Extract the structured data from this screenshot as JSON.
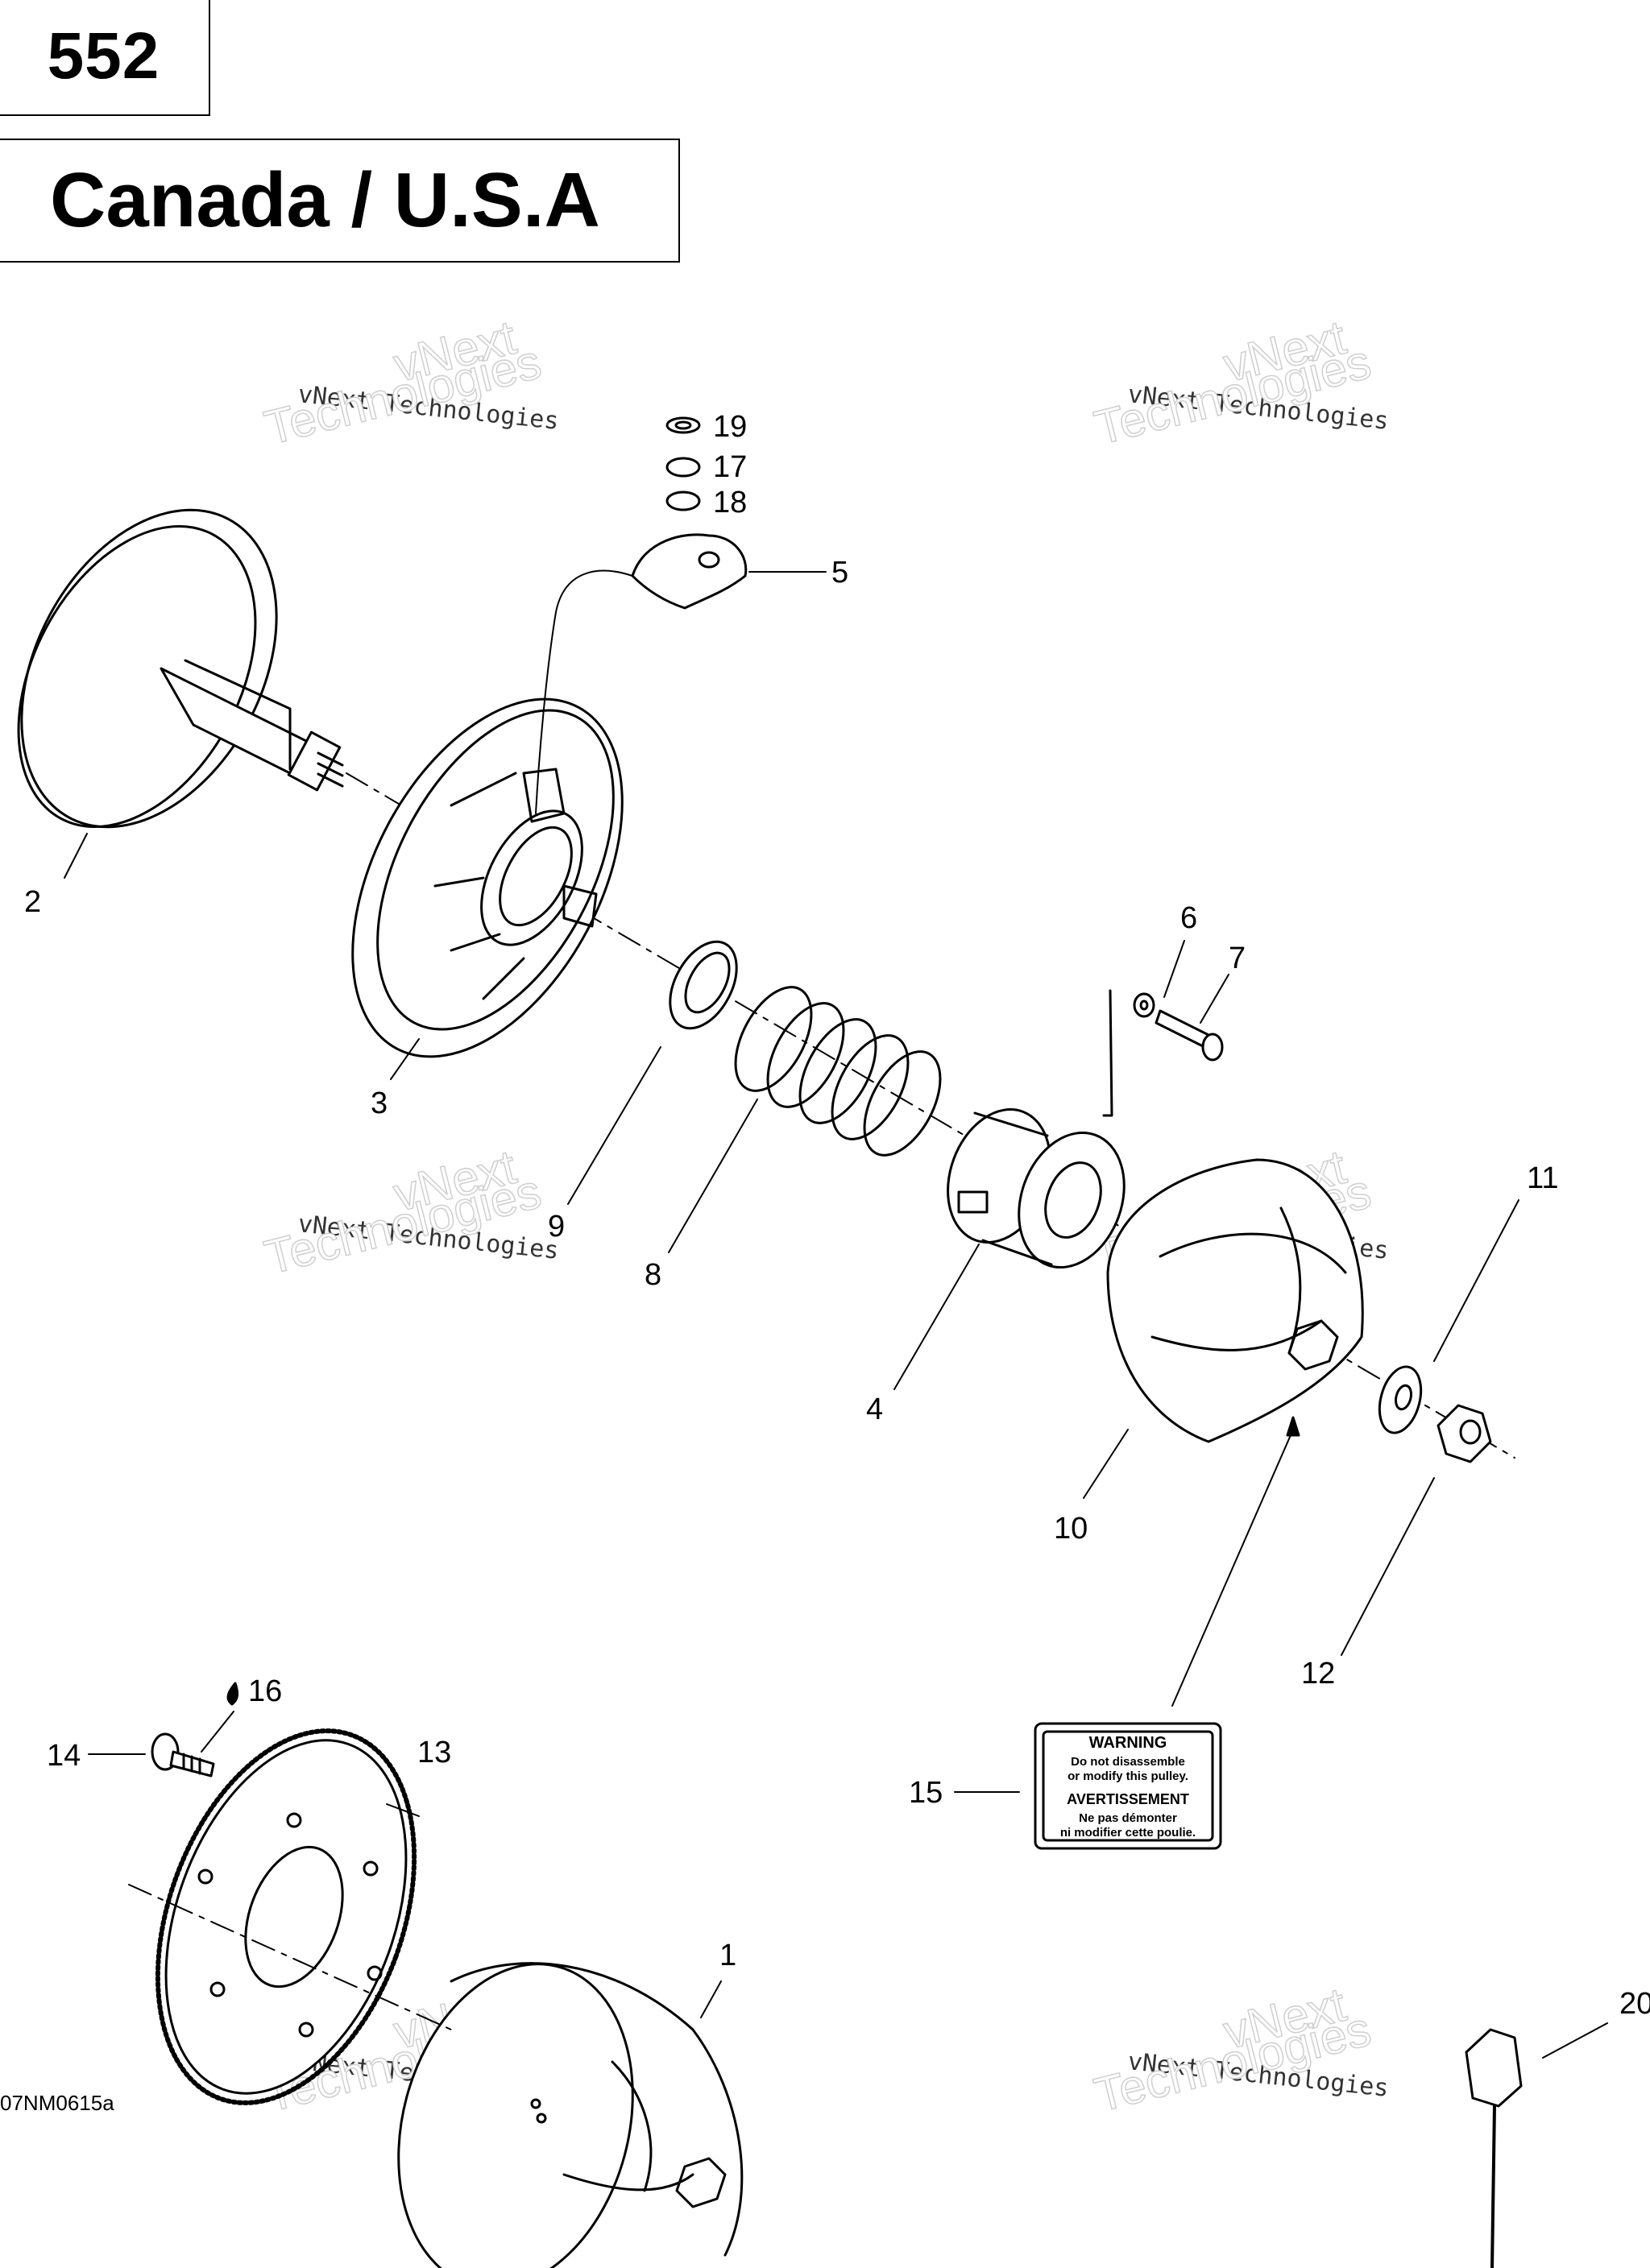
{
  "header": {
    "page_number": "552",
    "region": "Canada / U.S.A"
  },
  "watermark": {
    "line1": "vNext Technologies",
    "line2": "vNext",
    "line3": "Technologies"
  },
  "callouts": {
    "c1": "1",
    "c2": "2",
    "c3": "3",
    "c4": "4",
    "c5": "5",
    "c6": "6",
    "c7": "7",
    "c8": "8",
    "c9": "9",
    "c10": "10",
    "c11": "11",
    "c12": "12",
    "c13": "13",
    "c14": "14",
    "c15": "15",
    "c16": "16",
    "c17": "17",
    "c18": "18",
    "c19": "19",
    "c20": "20"
  },
  "warning_label": {
    "title_en": "WARNING",
    "line1_en": "Do not disassemble",
    "line2_en": "or modify this pulley.",
    "title_fr": "AVERTISSEMENT",
    "line1_fr": "Ne pas démonter",
    "line2_fr": "ni modifier cette poulie."
  },
  "figure_code": "07NM0615a"
}
